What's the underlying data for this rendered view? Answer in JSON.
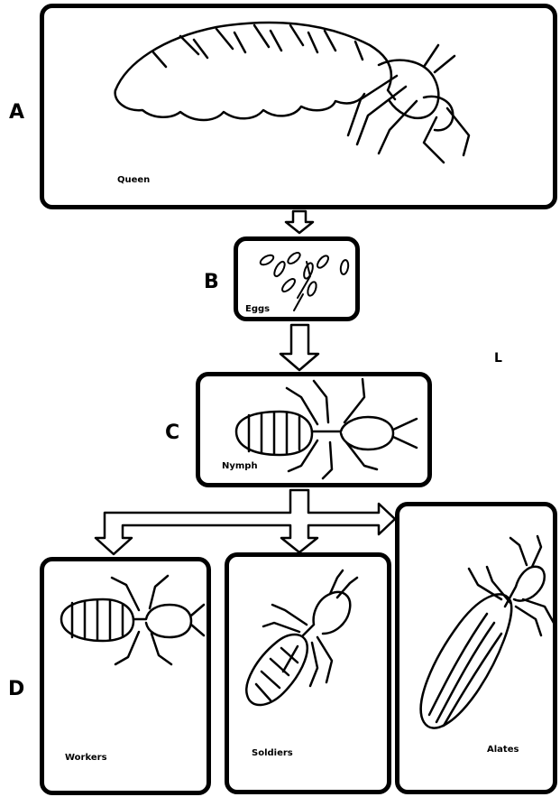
{
  "diagram": {
    "panels": [
      {
        "id": "A",
        "letter": "A",
        "caption": "Queen"
      },
      {
        "id": "B",
        "letter": "B",
        "caption": "Eggs"
      },
      {
        "id": "C",
        "letter": "C",
        "caption": "Nymph"
      },
      {
        "id": "D",
        "letter": "D",
        "caption": ""
      }
    ],
    "castes": [
      {
        "id": "workers",
        "caption": "Workers"
      },
      {
        "id": "soldiers",
        "caption": "Soldiers"
      },
      {
        "id": "alates",
        "caption": "Alates"
      }
    ],
    "corner_mark": "L",
    "colors": {
      "ink": "#000000",
      "paper": "#ffffff"
    }
  }
}
